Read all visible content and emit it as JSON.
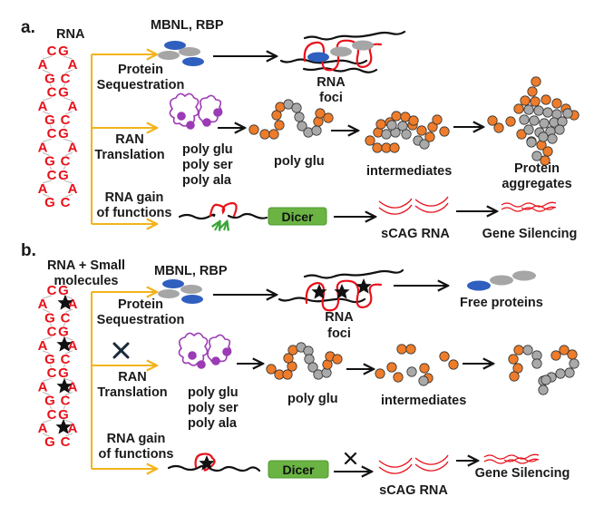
{
  "colors": {
    "rna_base": "#e8111b",
    "branch_arrow": "#f2b41c",
    "blue_protein": "#2f5fbf",
    "gray_protein": "#a6a6a6",
    "orange_bead": "#ee7c2a",
    "gray_bead": "#a9a9a9",
    "polypeptide": "#9b3bb5",
    "dicer": "#6bb443",
    "green_arrow": "#3aa63a",
    "text": "#1a1a1a"
  },
  "panel_a": {
    "label": "a.",
    "rna_title": "RNA",
    "rna_left": [
      "C",
      "A",
      "G",
      "C",
      "A",
      "G",
      "C",
      "A",
      "G",
      "C",
      "A",
      "G"
    ],
    "rna_right": [
      "G",
      "A",
      "C",
      "G",
      "A",
      "C",
      "G",
      "A",
      "C",
      "G",
      "A",
      "C"
    ],
    "pathways": {
      "sequestration": {
        "label_line1": "Protein",
        "label_line2": "Sequestration",
        "proteins_label": "MBNL, RBP",
        "result_line1": "RNA",
        "result_line2": "foci"
      },
      "ran": {
        "label_line1": "RAN",
        "label_line2": "Translation",
        "products": [
          "poly glu",
          "poly ser",
          "poly ala"
        ],
        "chain_label": "poly glu",
        "intermediates_label": "intermediates",
        "aggregates_line1": "Protein",
        "aggregates_line2": "aggregates"
      },
      "gain": {
        "label_line1": "RNA gain",
        "label_line2": "of functions",
        "enzyme": "Dicer",
        "product": "sCAG RNA",
        "outcome": "Gene Silencing"
      }
    }
  },
  "panel_b": {
    "label": "b.",
    "rna_title_line1": "RNA + Small",
    "rna_title_line2": "molecules",
    "rna_left": [
      "C",
      "A",
      "G",
      "C",
      "A",
      "G",
      "C",
      "A",
      "G",
      "C",
      "A",
      "G"
    ],
    "rna_right": [
      "G",
      "A",
      "C",
      "G",
      "A",
      "C",
      "G",
      "A",
      "C",
      "G",
      "A",
      "C"
    ],
    "pathways": {
      "sequestration": {
        "label_line1": "Protein",
        "label_line2": "Sequestration",
        "proteins_label": "MBNL, RBP",
        "result_line1": "RNA",
        "result_line2": "foci",
        "freed_label": "Free proteins"
      },
      "ran": {
        "label_line1": "RAN",
        "label_line2": "Translation",
        "products": [
          "poly glu",
          "poly ser",
          "poly ala"
        ],
        "chain_label": "poly glu",
        "intermediates_label": "intermediates",
        "blocked": true
      },
      "gain": {
        "label_line1": "RNA gain",
        "label_line2": "of functions",
        "enzyme": "Dicer",
        "product": "sCAG RNA",
        "outcome": "Gene Silencing",
        "blocked": true
      }
    }
  }
}
